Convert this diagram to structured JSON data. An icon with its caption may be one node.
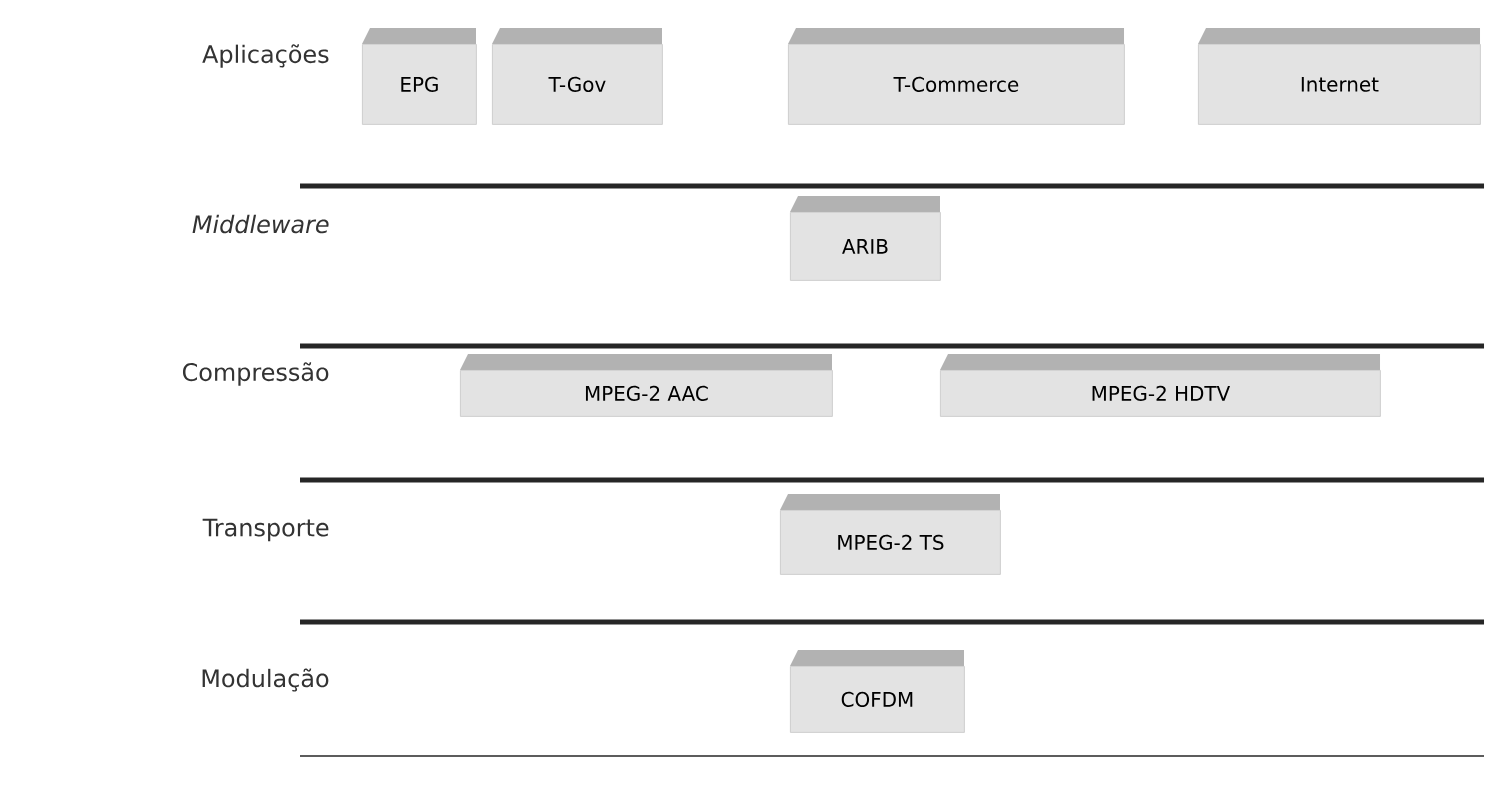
{
  "diagram": {
    "nodes": [
      {
        "text": [
          "EPG"
        ]
      },
      {
        "text": [
          "T-Gov"
        ]
      },
      {
        "text": [
          "T-Commerce"
        ]
      },
      {
        "text": [
          "Internet"
        ]
      },
      {
        "text": [
          "ARIB"
        ]
      },
      {
        "text": [
          "MPEG-2 AAC"
        ]
      },
      {
        "text": [
          "MPEG-2 HDTV"
        ]
      },
      {
        "text": [
          "MPEG-2 TS"
        ]
      },
      {
        "text": [
          "COFDM"
        ]
      }
    ],
    "labels": [
      "Aplicações",
      "Middleware",
      "Compressão",
      "Transporte",
      "Modulação"
    ]
  }
}
